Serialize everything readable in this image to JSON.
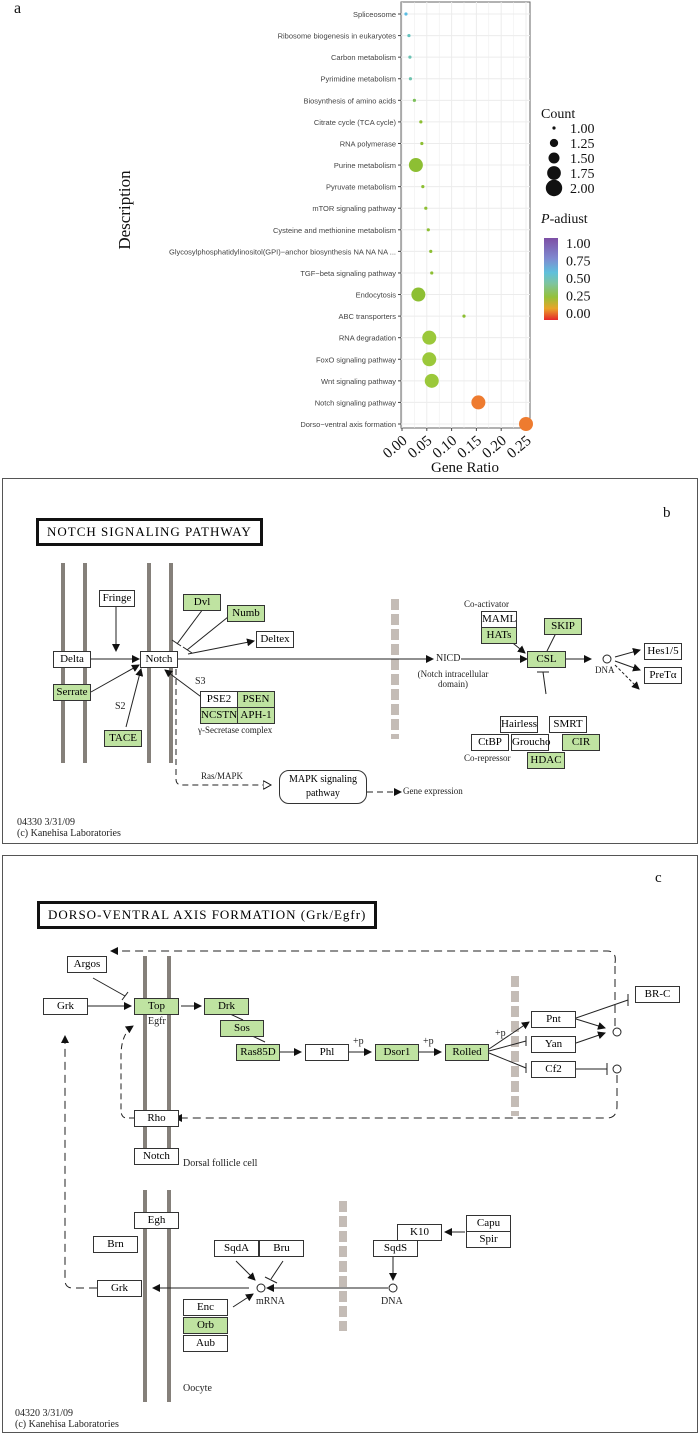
{
  "panel_labels": {
    "a": "a",
    "b": "b",
    "c": "c"
  },
  "chart_data": {
    "type": "scatter",
    "title": "",
    "xlabel": "Gene Ratio",
    "ylabel": "Description",
    "xlim": [
      0,
      0.26
    ],
    "xticks": [
      "0.00",
      "0.05",
      "0.10",
      "0.15",
      "0.20",
      "0.25"
    ],
    "grid": true,
    "categories": [
      "Spliceosome",
      "Ribosome biogenesis in eukaryotes",
      "Carbon metabolism",
      "Pyrimidine metabolism",
      "Biosynthesis of amino acids",
      "Citrate cycle (TCA cycle)",
      "RNA polymerase",
      "Purine metabolism",
      "Pyruvate metabolism",
      "mTOR signaling pathway",
      "Cysteine and methionine metabolism",
      "Glycosylphosphatidylinositol(GPI)−anchor biosynthesis NA NA NA ...",
      "TGF−beta signaling pathway",
      "Endocytosis",
      "ABC transporters",
      "RNA degradation",
      "FoxO signaling pathway",
      "Wnt signaling pathway",
      "Notch signaling pathway",
      "Dorso−ventral axis formation"
    ],
    "gene_ratio": [
      0.008,
      0.014,
      0.016,
      0.017,
      0.025,
      0.038,
      0.04,
      0.028,
      0.042,
      0.048,
      0.053,
      0.058,
      0.06,
      0.033,
      0.125,
      0.055,
      0.055,
      0.06,
      0.154,
      0.25
    ],
    "count": [
      1,
      1,
      1,
      1,
      1,
      1,
      1,
      2,
      1,
      1,
      1,
      1,
      1,
      2,
      1,
      2,
      2,
      2,
      2,
      2
    ],
    "p_adjust": [
      0.62,
      0.55,
      0.52,
      0.5,
      0.38,
      0.3,
      0.3,
      0.3,
      0.3,
      0.3,
      0.3,
      0.3,
      0.3,
      0.3,
      0.3,
      0.3,
      0.3,
      0.3,
      0.1,
      0.1
    ],
    "point_colors": [
      "#5bbde3",
      "#66c2be",
      "#6cc3b4",
      "#6ec3ae",
      "#7cc05a",
      "#8dbf33",
      "#8dbf33",
      "#8dbf33",
      "#8dbf33",
      "#8dbf33",
      "#8dbf33",
      "#8dbf33",
      "#8dbf33",
      "#8dbf33",
      "#8dbf33",
      "#9bc83a",
      "#9bc83a",
      "#9bc83a",
      "#ee7b2f",
      "#ee7b2f"
    ],
    "legend": {
      "count_title": "Count",
      "count_values": [
        "1.00",
        "1.25",
        "1.50",
        "1.75",
        "2.00"
      ],
      "color_title_italic": "P",
      "color_title_rest": "-adiust",
      "color_values": [
        "1.00",
        "0.75",
        "0.50",
        "0.25",
        "0.00"
      ],
      "placement": "right"
    }
  },
  "notch": {
    "title": "NOTCH SIGNALING PATHWAY",
    "nodes": {
      "fringe": "Fringe",
      "dvl": "Dvl",
      "numb": "Numb",
      "deltex": "Deltex",
      "delta": "Delta",
      "notch": "Notch",
      "serrate": "Serrate",
      "tace": "TACE",
      "pse2": "PSE2",
      "psen": "PSEN",
      "ncstn": "NCSTN",
      "aph1": "APH-1",
      "maml": "MAML",
      "hats": "HATs",
      "skip": "SKIP",
      "csl": "CSL",
      "hes": "Hes1/5",
      "pret": "PreTα",
      "hairless": "Hairless",
      "smrt": "SMRT",
      "ctbp": "CtBP",
      "groucho": "Groucho",
      "cir": "CIR",
      "hdac": "HDAC",
      "mapk": "MAPK signaling pathway"
    },
    "labels": {
      "s2": "S2",
      "s3": "S3",
      "secretase": "γ-Secretase complex",
      "nicd": "NICD",
      "nicd_sub": "(Notch intracellular domain)",
      "coact": "Co-activator",
      "corep": "Co-repressor",
      "dna": "DNA",
      "rasmapk": "Ras/MAPK",
      "geneexp": "Gene expression"
    },
    "footer": [
      "04330 3/31/09",
      "(c) Kanehisa Laboratories"
    ]
  },
  "dv": {
    "title": "DORSO-VENTRAL  AXIS  FORMATION (Grk/Egfr)",
    "nodes": {
      "argos": "Argos",
      "grk1": "Grk",
      "top": "Top",
      "drk": "Drk",
      "sos": "Sos",
      "ras": "Ras85D",
      "phl": "Phl",
      "dsor": "Dsor1",
      "rolled": "Rolled",
      "pnt": "Pnt",
      "yan": "Yan",
      "cf2": "Cf2",
      "brc": "BR-C",
      "rho": "Rho",
      "notch": "Notch",
      "egh": "Egh",
      "brn": "Brn",
      "grk2": "Grk",
      "sqda": "SqdA",
      "bru": "Bru",
      "enc": "Enc",
      "orb": "Orb",
      "aub": "Aub",
      "k10": "K10",
      "capu": "Capu",
      "spir": "Spir",
      "sqds": "SqdS"
    },
    "labels": {
      "egfr": "Egfr",
      "dorsal": "Dorsal follicle cell",
      "oocyte": "Oocyte",
      "p1": "+p",
      "p2": "+p",
      "p3": "+p",
      "mrna": "mRNA",
      "dna": "DNA"
    },
    "footer": [
      "04320 3/31/09",
      "(c) Kanehisa Laboratories"
    ]
  }
}
